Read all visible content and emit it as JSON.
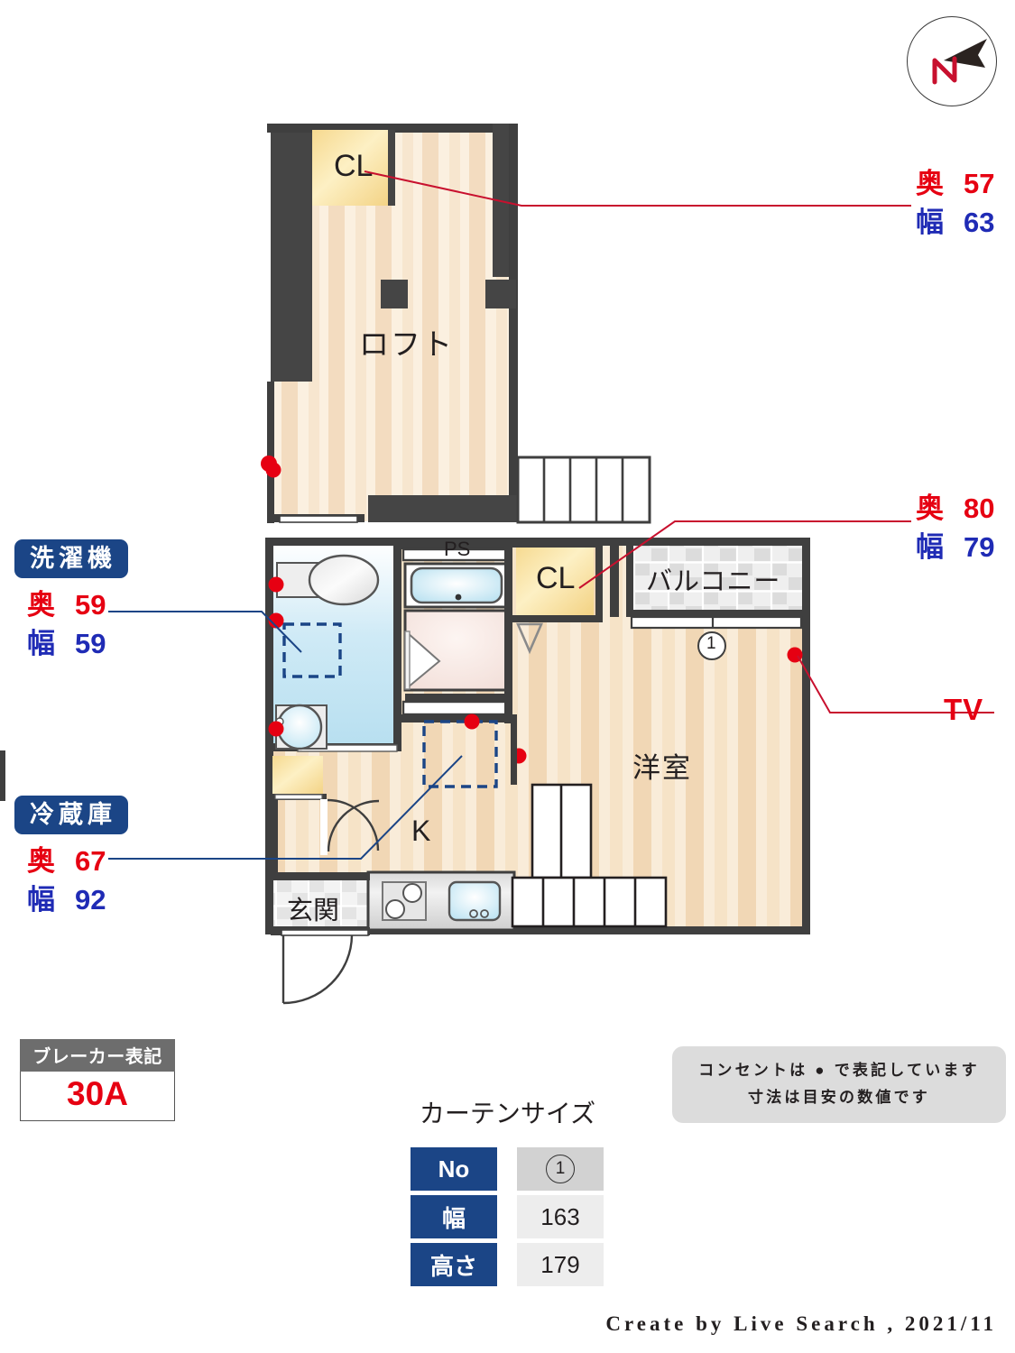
{
  "compass": {
    "letter": "N"
  },
  "plan": {
    "rooms": [
      {
        "id": "loft",
        "label": "ロフト"
      },
      {
        "id": "washitsu",
        "label": "洋室"
      },
      {
        "id": "kitchen",
        "label": "K"
      },
      {
        "id": "genkan",
        "label": "玄関"
      },
      {
        "id": "balcony",
        "label": "バルコニー"
      },
      {
        "id": "ps",
        "label": "PS"
      },
      {
        "id": "closet_loft",
        "label": "CL"
      },
      {
        "id": "closet_room",
        "label": "CL"
      }
    ],
    "window_marker": "1"
  },
  "callouts": [
    {
      "id": "loft-closet",
      "title": "",
      "depth_label": "奥",
      "depth": "57",
      "width_label": "幅",
      "width": "63"
    },
    {
      "id": "room-closet",
      "title": "",
      "depth_label": "奥",
      "depth": "80",
      "width_label": "幅",
      "width": "79"
    },
    {
      "id": "washer",
      "title": "洗濯機",
      "depth_label": "奥",
      "depth": "59",
      "width_label": "幅",
      "width": "59"
    },
    {
      "id": "fridge",
      "title": "冷蔵庫",
      "depth_label": "奥",
      "depth": "67",
      "width_label": "幅",
      "width": "92"
    }
  ],
  "tv_label": "TV",
  "breaker": {
    "title": "ブレーカー表記",
    "value": "30A"
  },
  "note": {
    "line1": "コンセントは ● で表記しています",
    "line2": "寸法は目安の数値です"
  },
  "curtain": {
    "title": "カーテンサイズ",
    "rows": [
      {
        "key": "No",
        "value": "1"
      },
      {
        "key": "幅",
        "value": "163"
      },
      {
        "key": "高さ",
        "value": "179"
      }
    ]
  },
  "footer": "Create by Live Search , 2021/11",
  "colors": {
    "wall": "#3f3f3f",
    "floor_light": "#faeedd",
    "floor_dark": "#f0d5b4",
    "closet": "#f7dd9a",
    "sanitary": "#d4ecf7",
    "tile": "#e9e9e9",
    "outlet": "#e60012",
    "accent_blue": "#1b4586"
  }
}
